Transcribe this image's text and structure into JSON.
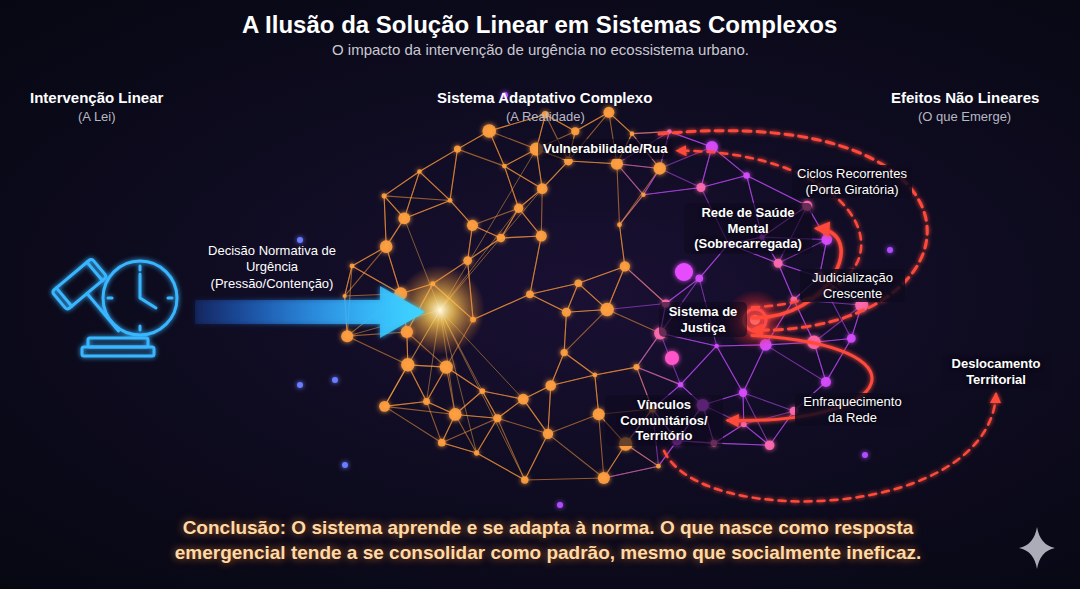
{
  "diagram": {
    "title": "A Ilusão da Solução Linear em Sistemas Complexos",
    "caption": "Conclusão: O sistema aprende e se adapta à norma. O que nasce como resposta emergencial tende a se consolidar como padrão, mesmo que socialmente ineficaz.",
    "nodes": [
      {
        "text": [
          "Vulnerabilidade/Rua"
        ]
      },
      {
        "text": [
          "Rede de Saúde Mental (Sobrecarregada)"
        ]
      },
      {
        "text": [
          "Sistema de Justiça"
        ]
      },
      {
        "text": [
          "Vínculos Comunitários/ Território"
        ]
      },
      {
        "text": [
          "Deslocamento Territorial"
        ]
      }
    ],
    "edges": [
      {
        "from": 2,
        "to": 0,
        "label": "Ciclos Recorrentes (Porta Giratória)",
        "arrow": "to"
      },
      {
        "from": 2,
        "to": 1,
        "arrow": "to"
      },
      {
        "from": 0,
        "to": 2,
        "label": "Judicialização Crescente",
        "arrow": "to"
      },
      {
        "from": 2,
        "to": 3,
        "label": "Enfraquecimento da Rede",
        "arrow": "to"
      },
      {
        "from": 3,
        "to": 4,
        "arrow": "to"
      }
    ],
    "labels": [
      "O impacto da intervenção de urgência no ecossistema urbano.",
      "Intervenção Linear",
      "(A Lei)",
      "Sistema Adaptativo Complexo",
      "(A Realidade)",
      "Efeitos Não Lineares",
      "(O que Emerge)",
      "Decisão Normativa de Urgência (Pressão/Contenção)"
    ]
  }
}
